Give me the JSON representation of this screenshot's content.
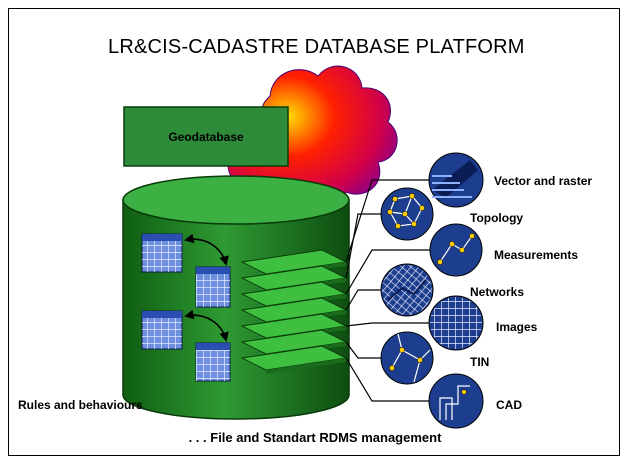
{
  "slide": {
    "title": "LR&CIS-CADASTRE DATABASE PLATFORM",
    "footer": ". . . File and Standart RDMS management"
  },
  "diagram": {
    "geodatabase_label": "Geodatabase",
    "rules_label": "Rules and behaviours",
    "data_types": [
      {
        "label": "Vector and raster",
        "icon": "vector-raster-icon"
      },
      {
        "label": "Topology",
        "icon": "topology-icon"
      },
      {
        "label": "Measurements",
        "icon": "measurements-icon"
      },
      {
        "label": "Networks",
        "icon": "networks-icon"
      },
      {
        "label": "Images",
        "icon": "images-icon"
      },
      {
        "label": "TIN",
        "icon": "tin-icon"
      },
      {
        "label": "CAD",
        "icon": "cad-icon"
      }
    ]
  },
  "colors": {
    "cylinder_green": "#1f7a1f",
    "cylinder_top": "#3cb043",
    "geodatabase_box": "#2e8b3a",
    "layer_green": "#3fbf3f",
    "icon_blue": "#1d3e8f",
    "table_blue": "#6f8fe0",
    "cloud_red": "#ff0000",
    "cloud_purple": "#7a1bb0"
  }
}
